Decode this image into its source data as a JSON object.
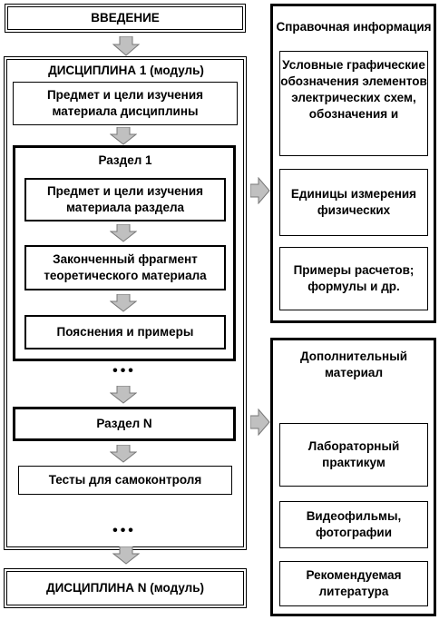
{
  "intro": "ВВЕДЕНИЕ",
  "discipline1": {
    "title": "ДИСЦИПЛИНА 1 (модуль)",
    "subject_goals": "Предмет и цели изучения материала дисциплины",
    "section1": {
      "title": "Раздел 1",
      "subject_goals": "Предмет и цели изучения материала раздела",
      "fragment": "Законченный фрагмент теоретического материала",
      "explanations": "Пояснения и примеры"
    },
    "ellipsis": "•••",
    "sectionN": "Раздел N",
    "tests": "Тесты для самоконтроля"
  },
  "ellipsis_between": "•••",
  "disciplineN": "ДИСЦИПЛИНА N (модуль)",
  "reference": {
    "title": "Справочная информация",
    "items": [
      "Условные графические обозначения элементов электрических схем, обозначения и",
      "Единицы измерения физических",
      "Примеры расчетов; формулы и др."
    ]
  },
  "additional": {
    "title": "Дополнительный материал",
    "items": [
      "Лабораторный практикум",
      "Видеофильмы, фотографии",
      "Рекомендуемая литература"
    ]
  }
}
